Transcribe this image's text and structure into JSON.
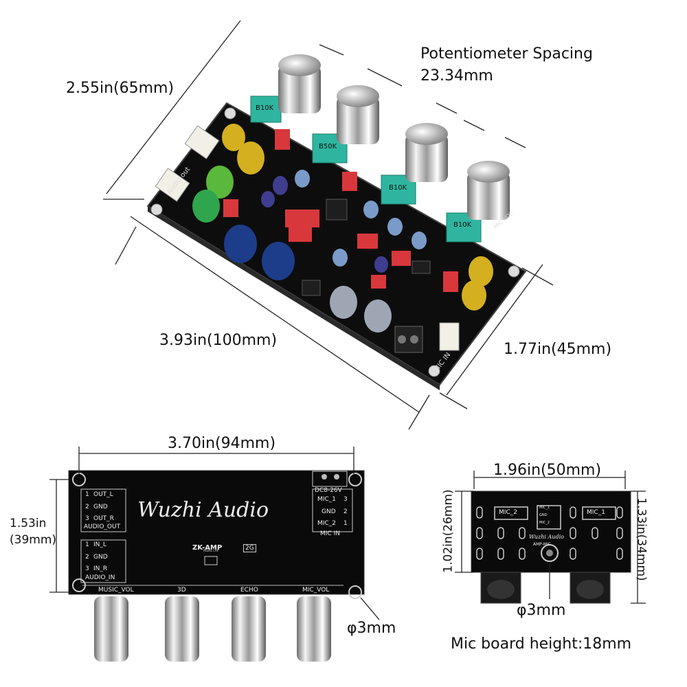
{
  "top_view": {
    "pot_spacing_title": "Potentiometer Spacing",
    "pot_spacing_value": "23.34mm",
    "width_label": "2.55in(65mm)",
    "length_label": "3.93in(100mm)",
    "height_label": "1.77in(45mm)",
    "silkscreen": {
      "audio_out": "Audio out",
      "mic_in": "MIC IN",
      "pot_codes": [
        "B10K",
        "B50K",
        "B10K",
        "B10K"
      ],
      "mic_vol": "MIC VOL"
    }
  },
  "back_view": {
    "width_label": "3.70in(94mm)",
    "height_label_line1": "1.53in",
    "height_label_line2": "(39mm)",
    "hole_label": "φ3mm",
    "brand": "Wuzhi Audio",
    "model": "ZK-AMP",
    "version": "2G",
    "left_pins_out": [
      "1",
      "2",
      "3"
    ],
    "left_pin_names_out": [
      "OUT_L",
      "GND",
      "OUT_R"
    ],
    "audio_out_label": "AUDIO_OUT",
    "left_pins_in": [
      "1",
      "2",
      "3"
    ],
    "left_pin_names_in": [
      "IN_L",
      "GND",
      "IN_R"
    ],
    "audio_in_label": "AUDIO_IN",
    "dc_label": "DC8-26V",
    "mic_pin_names": [
      "MIC_1",
      "GND",
      "MIC_2"
    ],
    "mic_pins": [
      "3",
      "2",
      "1"
    ],
    "mic_in_label": "MIC IN",
    "pedal_cap": "PEDAL CAP",
    "knob_labels": [
      "MUSIC_VOL",
      "3D",
      "ECHO",
      "MIC_VOL"
    ]
  },
  "mic_board": {
    "width_label": "1.96in(50mm)",
    "inner_height_label": "1.02in(26mm)",
    "outer_height_label": "1.33in(34mm)",
    "hole_label": "φ3mm",
    "height_note": "Mic board height:18mm",
    "mic2_label": "MIC_2",
    "mic1_label": "MIC_1",
    "pin_labels": [
      "MIC_1",
      "GND",
      "MIC_2"
    ],
    "brand": "Wuzhi Audio",
    "model": "AMP-MIC"
  }
}
